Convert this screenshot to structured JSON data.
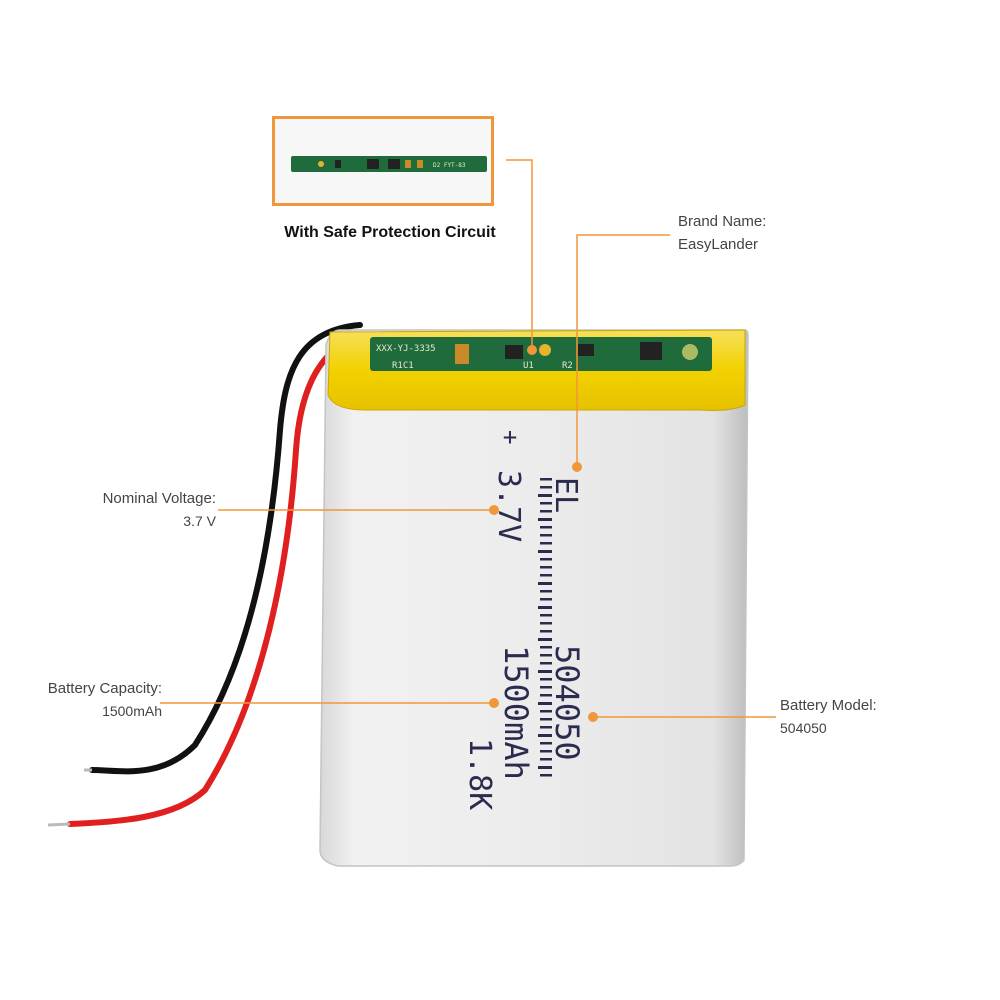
{
  "circuit": {
    "caption": "With Safe Protection Circuit",
    "pcb_marking": "D2  FYT-83"
  },
  "pcb_markings": {
    "model_code": "XXX-YJ-3335",
    "r1c1": "R1C1",
    "u1": "U1",
    "r2": "R2"
  },
  "battery_print": {
    "plus": "+",
    "brand": "EL",
    "voltage": "3.7V",
    "model": "504050",
    "capacity": "1500mAh",
    "resistance": "1.8K"
  },
  "callouts": {
    "brand": {
      "label": "Brand Name:",
      "value": "EasyLander"
    },
    "voltage": {
      "label": "Nominal Voltage:",
      "value": "3.7 V"
    },
    "capacity": {
      "label": "Battery  Capacity:",
      "value": "1500mAh"
    },
    "model": {
      "label": "Battery Model:",
      "value": "504050"
    }
  },
  "colors": {
    "accent": "#f0973a",
    "tape": "#f5d400",
    "pcb": "#1f6b3c",
    "wire_red": "#e02020",
    "wire_black": "#111111",
    "cell": "#e9e9e9"
  }
}
